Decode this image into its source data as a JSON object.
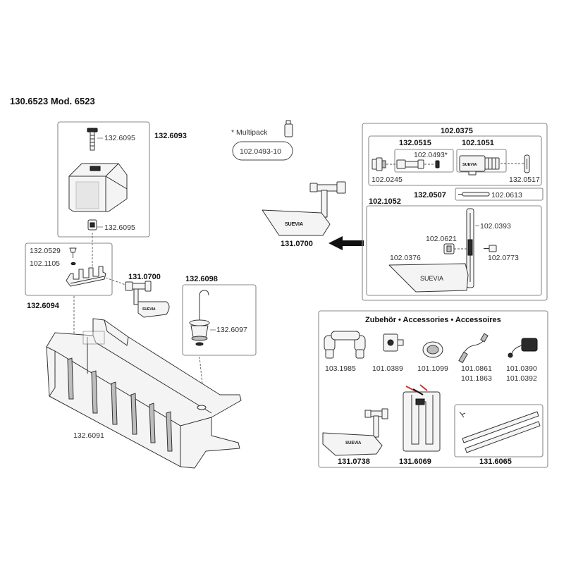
{
  "title": "130.6523 Mod. 6523",
  "multipack": {
    "label": "* Multipack",
    "code": "102.0493-10"
  },
  "codes": {
    "c132_6093": "132.6093",
    "c132_6095_a": "132.6095",
    "c132_6095_b": "132.6095",
    "c132_0529": "132.0529",
    "c102_1105": "102.1105",
    "c132_6094": "132.6094",
    "c131_0700_a": "131.0700",
    "c132_6098": "132.6098",
    "c132_6097": "132.6097",
    "c132_6091": "132.6091",
    "c131_0700_b": "131.0700",
    "c102_0375": "102.0375",
    "c132_0515": "132.0515",
    "c102_1051": "102.1051",
    "c102_0493s": "102.0493*",
    "c102_0245": "102.0245",
    "c132_0517": "132.0517",
    "c132_0507": "132.0507",
    "c102_0613": "102.0613",
    "c102_1052": "102.1052",
    "c102_0393": "102.0393",
    "c102_0621": "102.0621",
    "c102_0376": "102.0376",
    "c102_0773": "102.0773"
  },
  "brand": {
    "suevia_1": "SUEVIA",
    "suevia_2": "SUEVIA",
    "suevia_3": "SUEVIA",
    "suevia_4": "SUEVIA",
    "suevia_5": "SUEVIA"
  },
  "accessories": {
    "heading": "Zubehör • Accessories • Accessoires",
    "items": [
      {
        "code": "103.1985"
      },
      {
        "code": "101.0389"
      },
      {
        "code": "101.1099"
      },
      {
        "code": "101.0861",
        "code2": "101.1863"
      },
      {
        "code": "101.0390",
        "code2": "101.0392"
      }
    ],
    "bottom": [
      "131.0738",
      "131.6069",
      "131.6065"
    ]
  },
  "icons": {
    "arrow": "arrow-left-icon",
    "bottle": "bottle-icon"
  }
}
